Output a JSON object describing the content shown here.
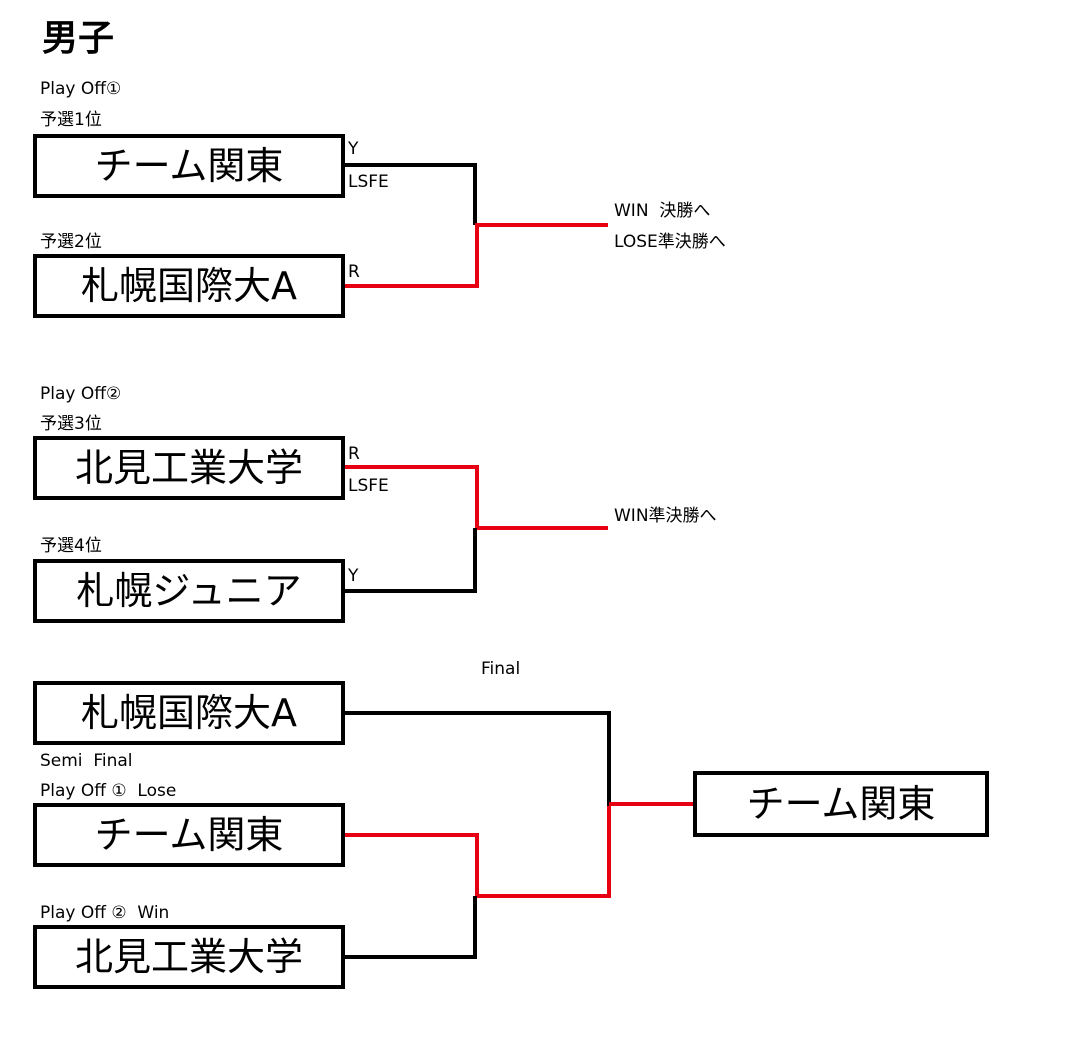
{
  "page": {
    "title": "男子"
  },
  "colors": {
    "winner_line": "#e60012",
    "loser_line": "#000000"
  },
  "playoff1": {
    "header": "Play Off①",
    "team1": {
      "seed": "予選1位",
      "name": "チーム関東",
      "side_mark": "Y",
      "side_note": "LSFE"
    },
    "team2": {
      "seed": "予選2位",
      "name": "札幌国際大A",
      "side_mark": "R"
    },
    "result_win": "WIN  決勝へ",
    "result_lose": "LOSE準決勝へ"
  },
  "playoff2": {
    "header": "Play Off②",
    "team1": {
      "seed": "予選3位",
      "name": "北見工業大学",
      "side_mark": "R",
      "side_note": "LSFE"
    },
    "team2": {
      "seed": "予選4位",
      "name": "札幌ジュニア",
      "side_mark": "Y"
    },
    "result_win": "WIN準決勝へ"
  },
  "finals": {
    "final_label": "Final",
    "final_team": "札幌国際大A",
    "semi_label": "Semi  Final",
    "semi_team1": {
      "label": "Play Off ①  Lose",
      "name": "チーム関東"
    },
    "semi_team2": {
      "label": "Play Off ②  Win",
      "name": "北見工業大学"
    },
    "champion": "チーム関東"
  }
}
